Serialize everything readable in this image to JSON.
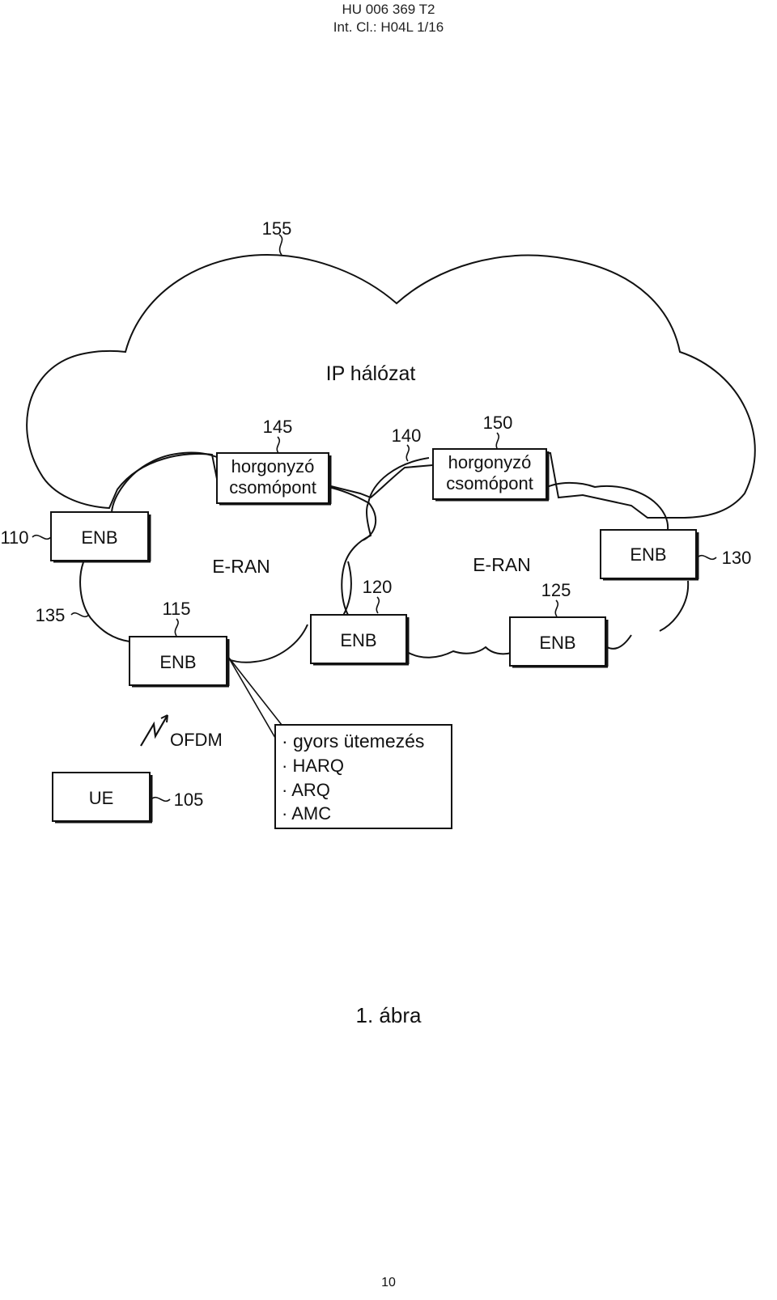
{
  "header": {
    "line1": "HU 006 369 T2",
    "line2": "Int. Cl.: H04L 1/16"
  },
  "diagram": {
    "ip_network": {
      "label": "IP hálózat",
      "ref": "155"
    },
    "eran_left": {
      "label": "E-RAN",
      "ref": "135"
    },
    "eran_right": {
      "label": "E-RAN",
      "ref": "140"
    },
    "anchor_left": {
      "line1": "horgonyzó",
      "line2": "csomópont",
      "ref": "145"
    },
    "anchor_right": {
      "line1": "horgonyzó",
      "line2": "csomópont",
      "ref": "150"
    },
    "enb_110": {
      "label": "ENB",
      "ref": "110"
    },
    "enb_115": {
      "label": "ENB",
      "ref": "115"
    },
    "enb_120": {
      "label": "ENB",
      "ref": "120"
    },
    "enb_125": {
      "label": "ENB",
      "ref": "125"
    },
    "enb_130": {
      "label": "ENB",
      "ref": "130"
    },
    "ue": {
      "label": "UE",
      "ref": "105"
    },
    "link_label": "OFDM",
    "features": [
      "· gyors ütemezés",
      "· HARQ",
      "· ARQ",
      "· AMC"
    ]
  },
  "caption": "1. ábra",
  "page_number": "10"
}
